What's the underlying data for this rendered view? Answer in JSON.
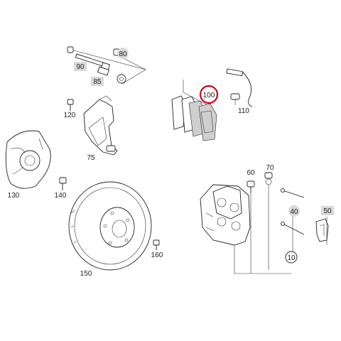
{
  "diagram": {
    "parts": [
      {
        "id": "p80",
        "label": "80",
        "highlight": true
      },
      {
        "id": "p90",
        "label": "90",
        "highlight": true
      },
      {
        "id": "p85",
        "label": "85",
        "highlight": true
      },
      {
        "id": "p100",
        "label": "100",
        "highlight": false,
        "circled": true
      },
      {
        "id": "p110",
        "label": "110",
        "highlight": false
      },
      {
        "id": "p120",
        "label": "120",
        "highlight": false
      },
      {
        "id": "p75",
        "label": "75",
        "highlight": false
      },
      {
        "id": "p130",
        "label": "130",
        "highlight": false
      },
      {
        "id": "p140",
        "label": "140",
        "highlight": false
      },
      {
        "id": "p60",
        "label": "60",
        "highlight": false
      },
      {
        "id": "p70",
        "label": "70",
        "highlight": false
      },
      {
        "id": "p40",
        "label": "40",
        "highlight": true
      },
      {
        "id": "p50",
        "label": "50",
        "highlight": true
      },
      {
        "id": "p10",
        "label": "10",
        "highlight": false,
        "circled": true
      },
      {
        "id": "p150",
        "label": "150",
        "highlight": false
      },
      {
        "id": "p160",
        "label": "160",
        "highlight": false
      }
    ],
    "colors": {
      "highlight_box": "#d9d9d9",
      "circle_marker": "#d0021b",
      "line": "#222222"
    }
  }
}
